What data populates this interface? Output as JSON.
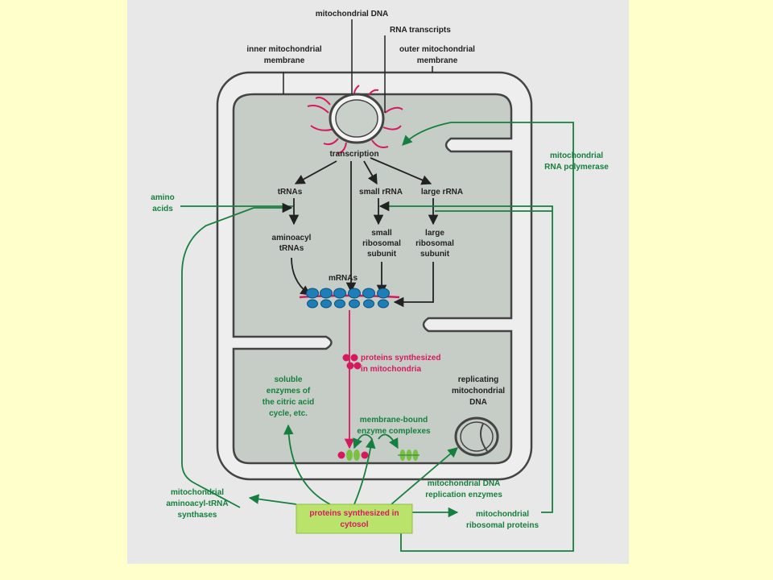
{
  "labels": {
    "mito_dna": "mitochondrial DNA",
    "rna_transcripts": "RNA transcripts",
    "inner_membrane": [
      "inner mitochondrial",
      "membrane"
    ],
    "outer_membrane": [
      "outer mitochondrial",
      "membrane"
    ],
    "transcription": "transcription",
    "trnas": "tRNAs",
    "small_rrna": "small rRNA",
    "large_rrna": "large rRNA",
    "aminoacyl_trnas": [
      "aminoacyl",
      "tRNAs"
    ],
    "small_subunit": [
      "small",
      "ribosomal",
      "subunit"
    ],
    "large_subunit": [
      "large",
      "ribosomal",
      "subunit"
    ],
    "mrnas": "mRNAs",
    "amino_acids": [
      "amino",
      "acids"
    ],
    "rna_polymerase": [
      "mitochondrial",
      "RNA polymerase"
    ],
    "proteins_mito": [
      "proteins synthesized",
      "in mitochondria"
    ],
    "soluble_enzymes": [
      "soluble",
      "enzymes of",
      "the citric acid",
      "cycle, etc."
    ],
    "replicating_dna": [
      "replicating",
      "mitochondrial",
      "DNA"
    ],
    "membrane_bound": [
      "membrane-bound",
      "enzyme complexes"
    ],
    "trna_synthases": [
      "mitochondrial",
      "aminoacyl-tRNA",
      "synthases"
    ],
    "replication_enzymes": [
      "mitochondrial DNA",
      "replication enzymes"
    ],
    "ribosomal_proteins": [
      "mitochondrial",
      "ribosomal proteins"
    ],
    "proteins_cytosol": [
      "proteins synthesized in",
      "cytosol"
    ]
  },
  "colors": {
    "background": "#ffffcc",
    "panel": "#e8e8e8",
    "matrix": "#c6cdc6",
    "membrane": "#444444",
    "green_arrow": "#15803d",
    "magenta": "#d6195f",
    "ribosome": "#1e7fb8",
    "cytosol_box": "#b9e36a"
  }
}
